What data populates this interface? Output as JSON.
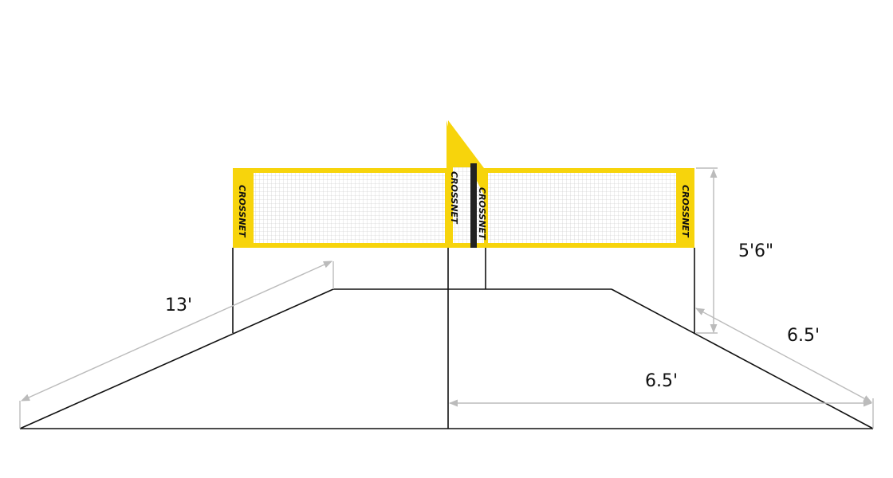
{
  "brand": {
    "name": "CROSSNET"
  },
  "dimensions": {
    "net_height": "5'6\"",
    "diagonal_length": "13'",
    "half_width": "6.5'",
    "side_length": "6.5'"
  },
  "colors": {
    "frame_yellow": "#f7d40c",
    "net_mesh": "#bdbdbd",
    "court_line": "#111111",
    "dimension_line": "#bbbbbb"
  }
}
